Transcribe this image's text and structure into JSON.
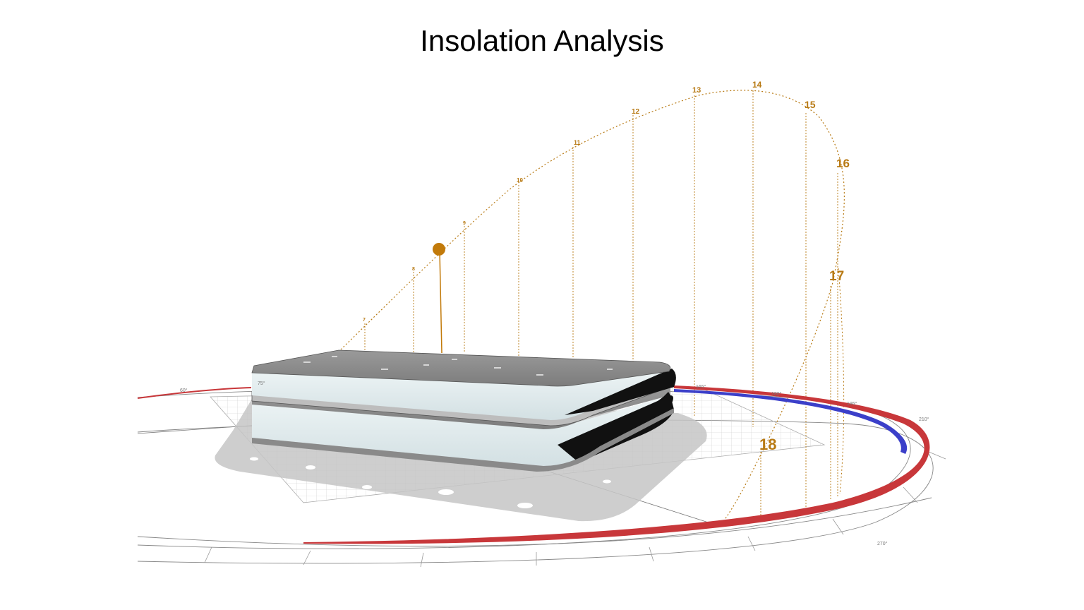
{
  "title": "Insolation Analysis",
  "colors": {
    "sun_path": "#b87a14",
    "sun_marker": "#c27a0a",
    "red_arc": "#c8373a",
    "blue_arc": "#3b3fc9",
    "building_roof": "#8a8a8a",
    "glass": "#dde8ea"
  },
  "sun_hours": [
    "7",
    "8",
    "9",
    "10",
    "11",
    "12",
    "13",
    "14",
    "15",
    "16",
    "17",
    "18"
  ],
  "compass_degrees": [
    "60°",
    "75°",
    "165°",
    "180°",
    "195°",
    "210°",
    "270°"
  ]
}
